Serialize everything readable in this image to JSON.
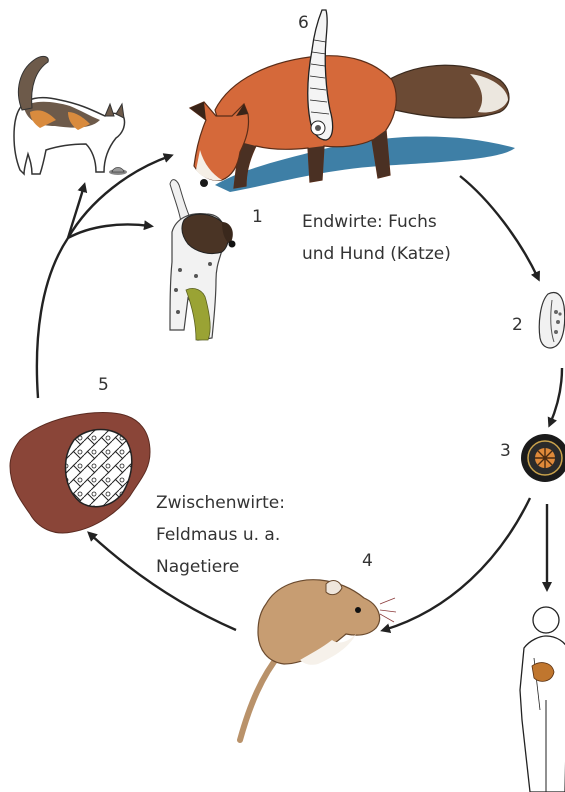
{
  "labels": {
    "n1": "1",
    "n2": "2",
    "n3": "3",
    "n4": "4",
    "n5": "5",
    "n6": "6"
  },
  "captions": {
    "definitive_hosts": [
      "Endwirte: Fuchs",
      "und Hund (Katze)"
    ],
    "intermediate_hosts": [
      "Zwischenwirte:",
      "Feldmaus u. a.",
      "Nagetiere"
    ]
  },
  "colors": {
    "fox": "#d5693a",
    "fox_tail": "#6b4a34",
    "shadow": "#3e7fa6",
    "liver": "#8a4538",
    "mouse": "#c79d72",
    "dog_patch": "#4a3425",
    "dog_green": "#9aa334",
    "human_liver": "#c0762e",
    "arrow": "#222222"
  },
  "icons": {
    "cat": "cat-icon",
    "fox": "fox-icon",
    "dog": "dog-icon",
    "tapeworm": "tapeworm-icon",
    "proglottid": "proglottid-icon",
    "egg": "egg-icon",
    "mouse": "mouse-icon",
    "liver": "liver-cyst-icon",
    "human": "human-icon"
  }
}
